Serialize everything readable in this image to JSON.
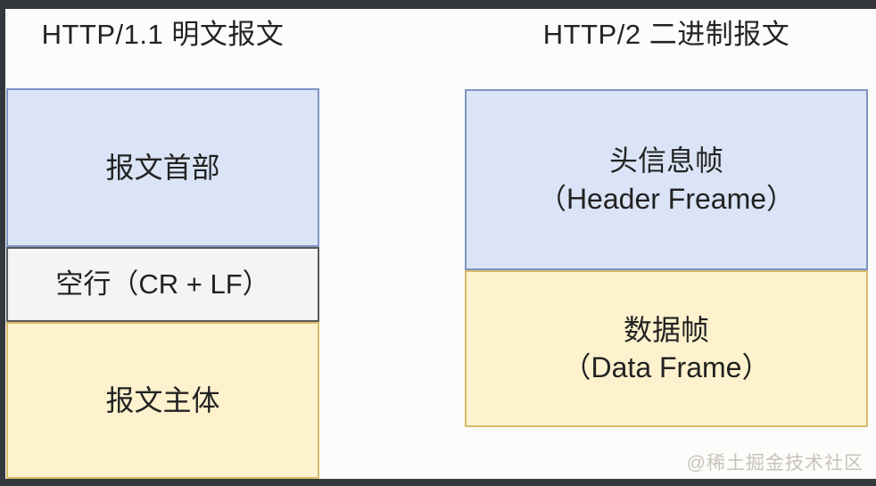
{
  "frame": {
    "edge_color": "#34383c",
    "background_color": "#fcfcfb"
  },
  "left_panel": {
    "title": "HTTP/1.1 明文报文",
    "boxes": [
      {
        "id": "message-header",
        "label": "报文首部",
        "fill": "#dae4f6",
        "border": "#7e95c4"
      },
      {
        "id": "blank-line",
        "label": "空行（CR + LF）",
        "fill": "#f4f4f2",
        "border": "#585858"
      },
      {
        "id": "message-body",
        "label": "报文主体",
        "fill": "#fdf2cd",
        "border": "#d8ba68"
      }
    ]
  },
  "right_panel": {
    "title": "HTTP/2 二进制报文",
    "boxes": [
      {
        "id": "header-frame",
        "label_line1": "头信息帧",
        "label_line2": "（Header Freame）",
        "fill": "#dae4f6",
        "border": "#7e95c4"
      },
      {
        "id": "data-frame",
        "label_line1": "数据帧",
        "label_line2": "（Data Frame）",
        "fill": "#fdf2cd",
        "border": "#d8ba68"
      }
    ]
  },
  "watermark": {
    "text": "@稀土掘金技术社区",
    "color": "#c8c3b8"
  }
}
